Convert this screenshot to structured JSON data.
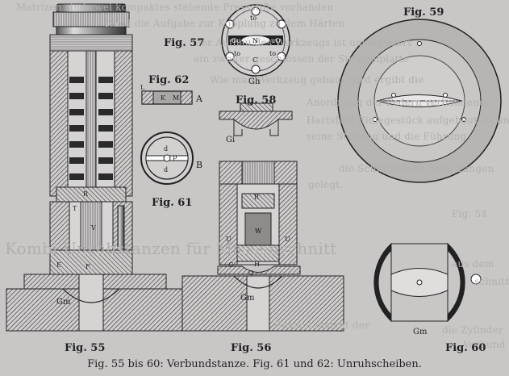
{
  "figures": {
    "fig55": "Fig. 55",
    "fig56": "Fig. 56",
    "fig57": "Fig. 57",
    "fig58": "Fig. 58",
    "fig59": "Fig. 59",
    "fig60": "Fig. 60",
    "fig61": "Fig. 61",
    "fig62": "Fig. 62"
  },
  "part_labels": {
    "r55": "R",
    "t55": "T",
    "v55": "V",
    "e55": "E",
    "f55": "F",
    "gm55": "Gm",
    "r56": "R",
    "u56a": "U",
    "u56b": "U",
    "w56": "W",
    "g56": "G",
    "h56": "H",
    "q56": "Q",
    "gm56": "Gm",
    "to1": "to",
    "ou": "Ou",
    "n57": "N",
    "uo": "uO",
    "to2": "to",
    "c57": "C",
    "to3": "to",
    "gh": "Gh",
    "gi": "Gi",
    "l62": "L",
    "k62": "K",
    "m62": "M",
    "a62": "A",
    "d61a": "d",
    "p61": "P",
    "d61b": "d",
    "b61": "B",
    "gm60": "Gm"
  },
  "caption": "Fig. 55 bis 60: Verbundstanze.   Fig. 61 und 62: Unruhscheiben.",
  "background_text": {
    "line1": "Matrizen sind zwei kompaktes stehende Pressstifte vorhanden",
    "line2": "Rand die Aufgabe zur Kopplung zu dem Härten",
    "line3": "Der Aufbau des Werkzeugs ist unverändert",
    "line4": "ein zweiter geschlossen der Stempelplatte",
    "line5": "Wie man Werkzeug gebaut wird ergibt die",
    "line6": "Anordnung der Federn verbundenen",
    "line7": "Hartstahl Einlegestück aufgebaut ist und",
    "line8": "seine Stellung und die Führung",
    "line9": "die Schnittfläche beim Zangen",
    "line10": "gelegt.",
    "line11": "Fig. 54",
    "heading": "Kombi Unruhstanzen für Massenschnitt",
    "line12": "aus dem",
    "line13": "schnitt",
    "line14": "Gesamtansicht der",
    "line15": "Verbund",
    "line16": "die Zylinder"
  }
}
